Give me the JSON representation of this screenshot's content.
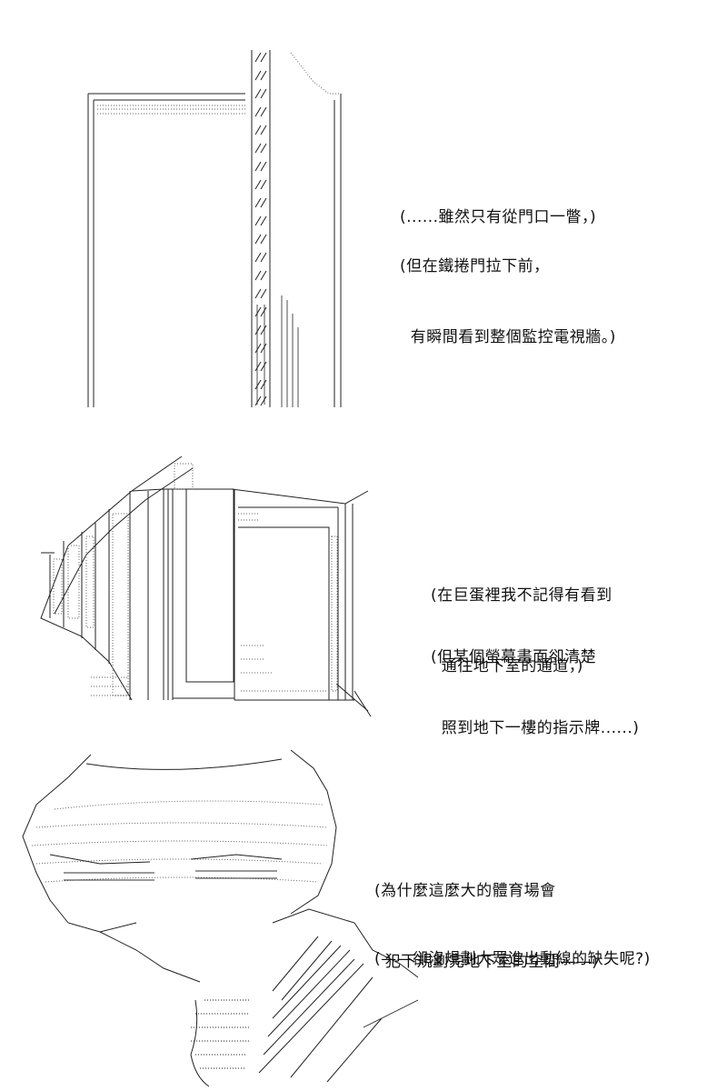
{
  "panels": [
    {
      "id": "panel-1",
      "captions": [
        {
          "lines": [
            "(......雖然只有從門口一瞥，)"
          ]
        },
        {
          "lines": [
            "(但在鐵捲門拉下前，",
            "  有瞬間看到整個監控電視牆。)"
          ]
        }
      ]
    },
    {
      "id": "panel-2",
      "captions": [
        {
          "lines": [
            "(在巨蛋裡我不記得有看到",
            "  通往地下室的通道，)"
          ]
        },
        {
          "lines": [
            "(但某個螢幕畫面卻清楚",
            "  照到地下一樓的指示牌......)"
          ]
        }
      ]
    },
    {
      "id": "panel-3",
      "captions": [
        {
          "lines": [
            "(為什麼這麼大的體育場會",
            "  犯下規劃完地下室的空間——)"
          ]
        },
        {
          "lines": [
            "(——卻沒規劃大眾進出動線的缺失呢?)"
          ]
        }
      ]
    }
  ]
}
